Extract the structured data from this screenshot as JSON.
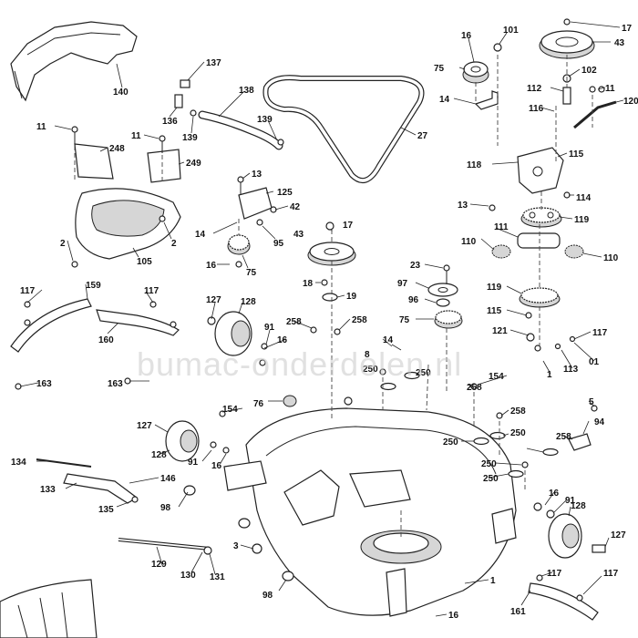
{
  "watermark": "bumac-onderdelen.nl",
  "callouts": [
    {
      "id": "c17a",
      "text": "17"
    },
    {
      "id": "c101",
      "text": "101"
    },
    {
      "id": "c43a",
      "text": "43"
    },
    {
      "id": "c16a",
      "text": "16"
    },
    {
      "id": "c75a",
      "text": "75"
    },
    {
      "id": "c102",
      "text": "102"
    },
    {
      "id": "c112",
      "text": "112"
    },
    {
      "id": "c11a",
      "text": "11"
    },
    {
      "id": "c120",
      "text": "120"
    },
    {
      "id": "c14a",
      "text": "14"
    },
    {
      "id": "c116",
      "text": "116"
    },
    {
      "id": "c115a",
      "text": "115"
    },
    {
      "id": "c118",
      "text": "118"
    },
    {
      "id": "c13a",
      "text": "13"
    },
    {
      "id": "c114",
      "text": "114"
    },
    {
      "id": "c119a",
      "text": "119"
    },
    {
      "id": "c111",
      "text": "111"
    },
    {
      "id": "c110a",
      "text": "110"
    },
    {
      "id": "c110b",
      "text": "110"
    },
    {
      "id": "c119b",
      "text": "119"
    },
    {
      "id": "c115b",
      "text": "115"
    },
    {
      "id": "c121",
      "text": "121"
    },
    {
      "id": "c117a",
      "text": "117"
    },
    {
      "id": "c5",
      "text": "5"
    },
    {
      "id": "c94",
      "text": "94"
    },
    {
      "id": "c258a",
      "text": "258"
    },
    {
      "id": "c140",
      "text": "140"
    },
    {
      "id": "c137",
      "text": "137"
    },
    {
      "id": "c136",
      "text": "136"
    },
    {
      "id": "c138",
      "text": "138"
    },
    {
      "id": "c139a",
      "text": "139"
    },
    {
      "id": "c139b",
      "text": "139"
    },
    {
      "id": "c27",
      "text": "27"
    },
    {
      "id": "c11b",
      "text": "11"
    },
    {
      "id": "c248",
      "text": "248"
    },
    {
      "id": "c11c",
      "text": "11"
    },
    {
      "id": "c249",
      "text": "249"
    },
    {
      "id": "c13b",
      "text": "13"
    },
    {
      "id": "c125",
      "text": "125"
    },
    {
      "id": "c42",
      "text": "42"
    },
    {
      "id": "c14b",
      "text": "14"
    },
    {
      "id": "c95",
      "text": "95"
    },
    {
      "id": "c16b",
      "text": "16"
    },
    {
      "id": "c75b",
      "text": "75"
    },
    {
      "id": "c43b",
      "text": "43"
    },
    {
      "id": "c17b",
      "text": "17"
    },
    {
      "id": "c18",
      "text": "18"
    },
    {
      "id": "c19",
      "text": "19"
    },
    {
      "id": "c23",
      "text": "23"
    },
    {
      "id": "c97",
      "text": "97"
    },
    {
      "id": "c96",
      "text": "96"
    },
    {
      "id": "c75c",
      "text": "75"
    },
    {
      "id": "c105",
      "text": "105"
    },
    {
      "id": "c2a",
      "text": "2"
    },
    {
      "id": "c2b",
      "text": "2"
    },
    {
      "id": "c117b",
      "text": "117"
    },
    {
      "id": "c159",
      "text": "159"
    },
    {
      "id": "c117c",
      "text": "117"
    },
    {
      "id": "c127a",
      "text": "127"
    },
    {
      "id": "c128a",
      "text": "128"
    },
    {
      "id": "c91a",
      "text": "91"
    },
    {
      "id": "c16c",
      "text": "16"
    },
    {
      "id": "c258b",
      "text": "258"
    },
    {
      "id": "c258c",
      "text": "258"
    },
    {
      "id": "c160",
      "text": "160"
    },
    {
      "id": "c163a",
      "text": "163"
    },
    {
      "id": "c163b",
      "text": "163"
    },
    {
      "id": "c8",
      "text": "8"
    },
    {
      "id": "c250a",
      "text": "250"
    },
    {
      "id": "c14c",
      "text": "14"
    },
    {
      "id": "c250b",
      "text": "250"
    },
    {
      "id": "c154a",
      "text": "154"
    },
    {
      "id": "c1a",
      "text": "1"
    },
    {
      "id": "c113",
      "text": "113"
    },
    {
      "id": "c01",
      "text": "01"
    },
    {
      "id": "c76",
      "text": "76"
    },
    {
      "id": "c154b",
      "text": "154"
    },
    {
      "id": "c127b",
      "text": "127"
    },
    {
      "id": "c128b",
      "text": "128"
    },
    {
      "id": "c91b",
      "text": "91"
    },
    {
      "id": "c16d",
      "text": "16"
    },
    {
      "id": "c258d",
      "text": "258"
    },
    {
      "id": "c250c",
      "text": "250"
    },
    {
      "id": "c250d",
      "text": "250"
    },
    {
      "id": "c258e",
      "text": "258"
    },
    {
      "id": "c250e",
      "text": "250"
    },
    {
      "id": "c250f",
      "text": "250"
    },
    {
      "id": "c134",
      "text": "134"
    },
    {
      "id": "c146",
      "text": "146"
    },
    {
      "id": "c133",
      "text": "133"
    },
    {
      "id": "c135",
      "text": "135"
    },
    {
      "id": "c98a",
      "text": "98"
    },
    {
      "id": "c3",
      "text": "3"
    },
    {
      "id": "c16e",
      "text": "16"
    },
    {
      "id": "c91c",
      "text": "91"
    },
    {
      "id": "c128c",
      "text": "128"
    },
    {
      "id": "c127c",
      "text": "127"
    },
    {
      "id": "c129",
      "text": "129"
    },
    {
      "id": "c130",
      "text": "130"
    },
    {
      "id": "c131",
      "text": "131"
    },
    {
      "id": "c98b",
      "text": "98"
    },
    {
      "id": "c1b",
      "text": "1"
    },
    {
      "id": "c117d",
      "text": "117"
    },
    {
      "id": "c117e",
      "text": "117"
    },
    {
      "id": "c161",
      "text": "161"
    },
    {
      "id": "c16f",
      "text": "16"
    }
  ]
}
